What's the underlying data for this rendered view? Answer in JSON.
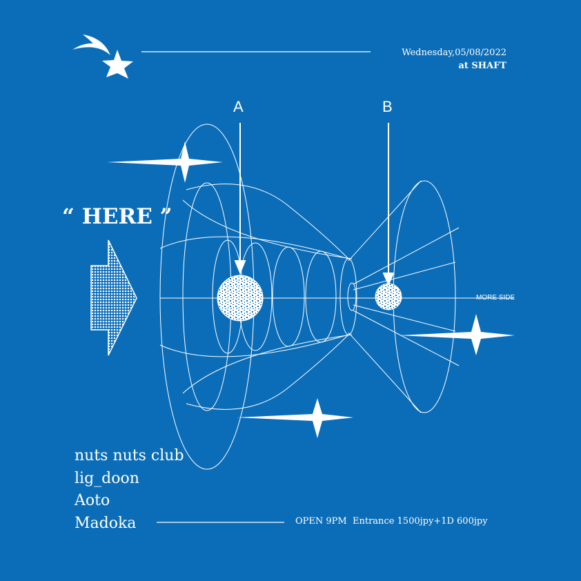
{
  "header": {
    "date": "Wednesday,05/08/2022",
    "venue": "at SHAFT"
  },
  "here_label": "“ HERE ”",
  "markers": {
    "a": "A",
    "b": "B"
  },
  "more_side": "MORE SIDE",
  "lineup": [
    "nuts nuts club",
    "lig_doon",
    "Aoto",
    "Madoka"
  ],
  "info": "OPEN 9PM  Entrance 1500jpy+1D 600jpy",
  "colors": {
    "background": "#0b6db8",
    "foreground": "#ffffff"
  }
}
